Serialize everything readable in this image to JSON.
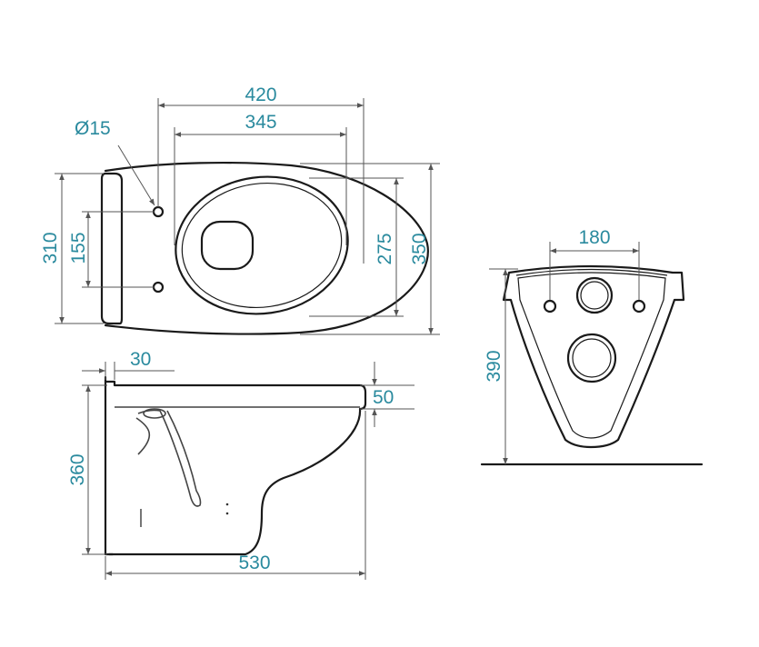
{
  "colors": {
    "dimension_text": "#2a8a9e",
    "outline": "#1a1a1a",
    "dimension_line": "#555555",
    "background": "#ffffff"
  },
  "top_view": {
    "width_overall": "420",
    "width_bowl": "345",
    "hole_diameter": "Ø15",
    "height_left": "310",
    "hole_spacing": "155",
    "bowl_height": "275",
    "height_overall": "350"
  },
  "side_view": {
    "rim_offset": "30",
    "rim_thickness": "50",
    "height": "360",
    "length": "530"
  },
  "front_view": {
    "hole_spacing": "180",
    "height": "390"
  }
}
